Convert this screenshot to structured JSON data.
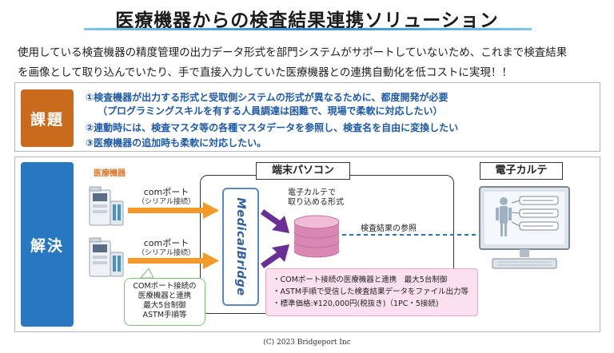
{
  "title": "医療機器からの検査結果連携ソリューション",
  "intro": [
    "使用している検査機器の精度管理の出力データ形式を部門システムがサポートしていないため、これまで検査結果",
    "を画像として取り込んでいたり、手で直接入力していた医療機器との連携自動化を低コストに実現！！"
  ],
  "issues": {
    "label": "課題",
    "lines": [
      "①検査機器が出力する形式と受取側システムの形式が異なるために、都度開発が必要",
      "（プログラミングスキルを有する人員調達は困難で、現場で柔軟に対応したい）",
      "②連動時には、検査マスタ等の各種マスタデータを参照し、検査名を自由に変換したい",
      "③医療機器の追加時も柔軟に対応したい。"
    ]
  },
  "solution": {
    "label": "解決",
    "devices_header": "医療機器",
    "com_port": {
      "main": "comポート",
      "sub": "（シリアル接続）"
    },
    "callout": [
      "COMポート接続の",
      "医療機器と連携",
      "最大5台制御",
      "ASTM手順等"
    ],
    "pc_title": "端末パソコン",
    "middleware": "MedicalBridge",
    "db_caption": [
      "電子カルテで",
      "取り込める形式"
    ],
    "reference_label": "検査結果の参照",
    "emr_title": "電子カルテ",
    "features": [
      "・COMポート接続の医療機器と連携　最大5台制御",
      "・ASTM手順で受信した検査結果データをファイル出力等",
      "・標準価格:¥120,000円(税抜き)（1PC・5接続)"
    ]
  },
  "copyright": "(C) 2023 Bridgeport Inc",
  "colors": {
    "issue_accent": "#c96a1c",
    "solution_accent": "#2877c1",
    "issue_text": "#1e5aa6",
    "arrow_orange": "#f39a2b",
    "arrow_purple": "#6a2f96",
    "database": "#d988b4"
  }
}
